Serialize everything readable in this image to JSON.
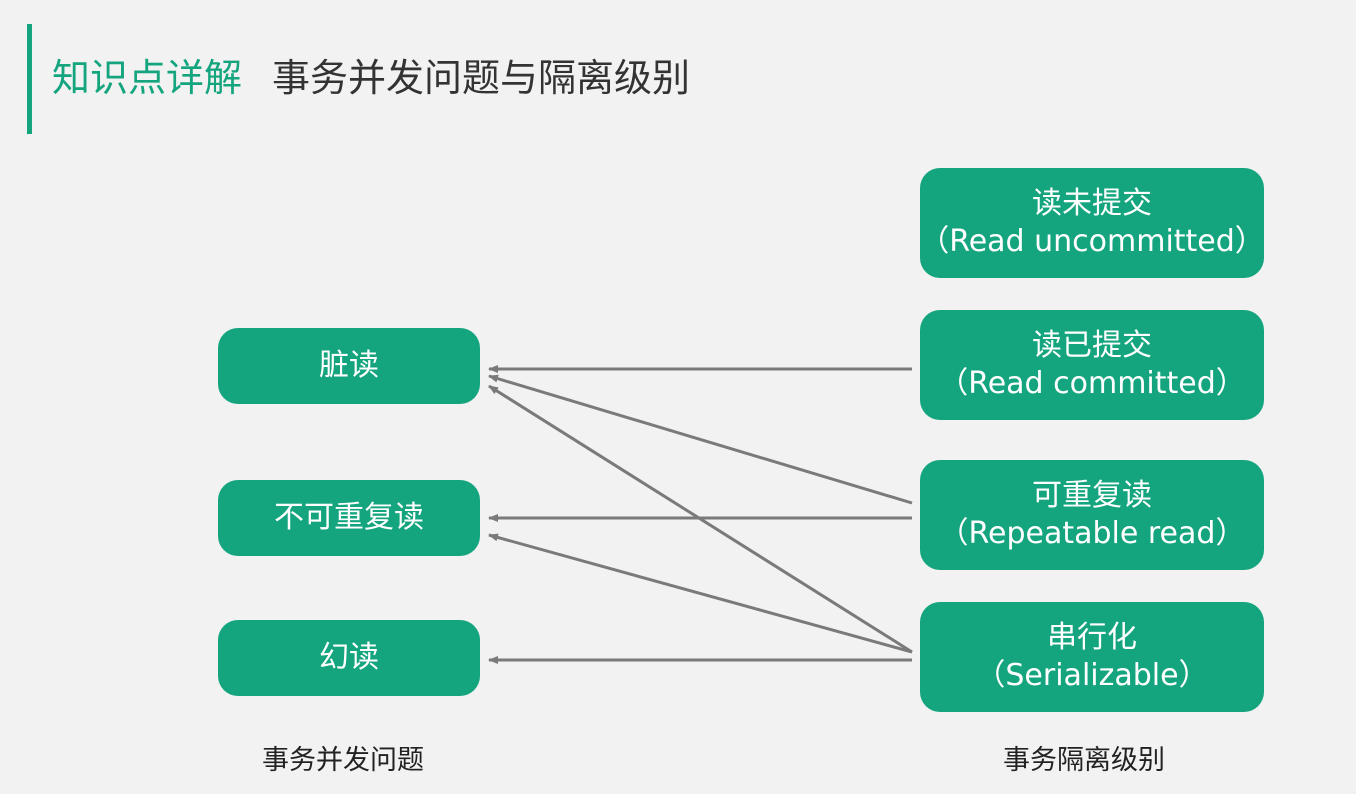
{
  "title": {
    "prefix": "知识点详解",
    "main": "事务并发问题与隔离级别"
  },
  "problems": [
    {
      "label": "脏读"
    },
    {
      "label": "不可重复读"
    },
    {
      "label": "幻读"
    }
  ],
  "isolation_levels": [
    {
      "cn": "读未提交",
      "en": "（Read uncommitted）"
    },
    {
      "cn": "读已提交",
      "en": "（Read committed）"
    },
    {
      "cn": "可重复读",
      "en": "（Repeatable read）"
    },
    {
      "cn": "串行化",
      "en": "（Serializable）"
    }
  ],
  "captions": {
    "left": "事务并发问题",
    "right": "事务隔离级别"
  },
  "colors": {
    "accent": "#14a57f",
    "arrow": "#7a7a7a"
  }
}
